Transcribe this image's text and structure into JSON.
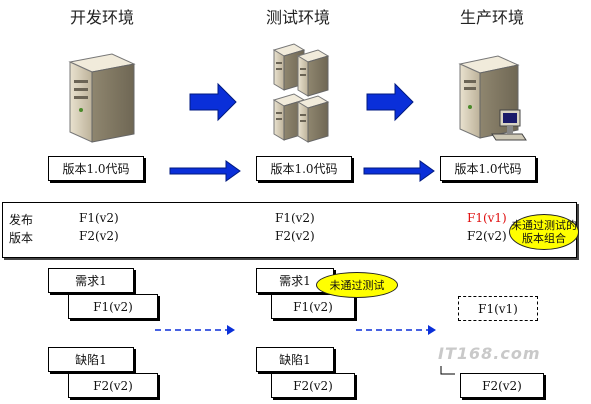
{
  "environments": {
    "dev": {
      "title": "开发环境",
      "version_box": "版本1.0代码"
    },
    "test": {
      "title": "测试环境",
      "version_box": "版本1.0代码"
    },
    "prod": {
      "title": "生产环境",
      "version_box": "版本1.0代码"
    }
  },
  "release_band": {
    "row_labels": [
      "发布",
      "版本"
    ],
    "dev_items": [
      "F1(v2)",
      "F2(v2)"
    ],
    "test_items": [
      "F1(v2)",
      "F2(v2)"
    ],
    "prod_items": [
      "F1(v1)",
      "F2(v2)"
    ],
    "prod_bubble": "未通过测试的版本组合"
  },
  "bottom": {
    "dev": {
      "req_label": "需求1",
      "req_feature": "F1(v2)",
      "bug_label": "缺陷1",
      "bug_feature": "F2(v2)"
    },
    "test": {
      "req_label": "需求1",
      "req_feature": "F1(v2)",
      "req_bubble": "未通过测试",
      "bug_label": "缺陷1",
      "bug_feature": "F2(v2)"
    },
    "prod": {
      "req_feature_dashed": "F1(v1)",
      "bug_feature": "F2(v2)"
    }
  },
  "watermark": "IT168.com",
  "colors": {
    "arrow_blue": "#0a2fd9",
    "highlight_red": "#e01010",
    "bubble_yellow": "#ffff00"
  }
}
